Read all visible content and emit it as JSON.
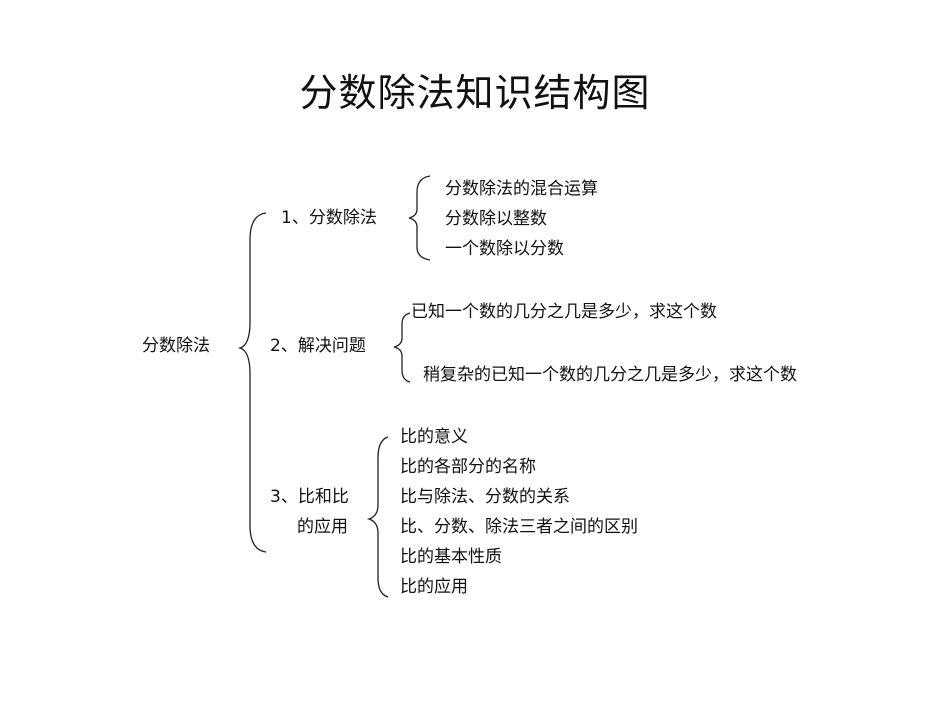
{
  "title": "分数除法知识结构图",
  "root": "分数除法",
  "branches": [
    {
      "label": "1、分数除法",
      "items": [
        "分数除法的混合运算",
        "分数除以整数",
        "一个数除以分数"
      ]
    },
    {
      "label": "2、解决问题",
      "items": [
        "已知一个数的几分之几是多少，求这个数",
        "稍复杂的已知一个数的几分之几是多少，求这个数"
      ]
    },
    {
      "label_line1": "3、比和比",
      "label_line2": "的应用",
      "items": [
        "比的意义",
        "比的各部分的名称",
        "比与除法、分数的关系",
        "比、分数、除法三者之间的区别",
        "比的基本性质",
        "比的应用"
      ]
    }
  ]
}
